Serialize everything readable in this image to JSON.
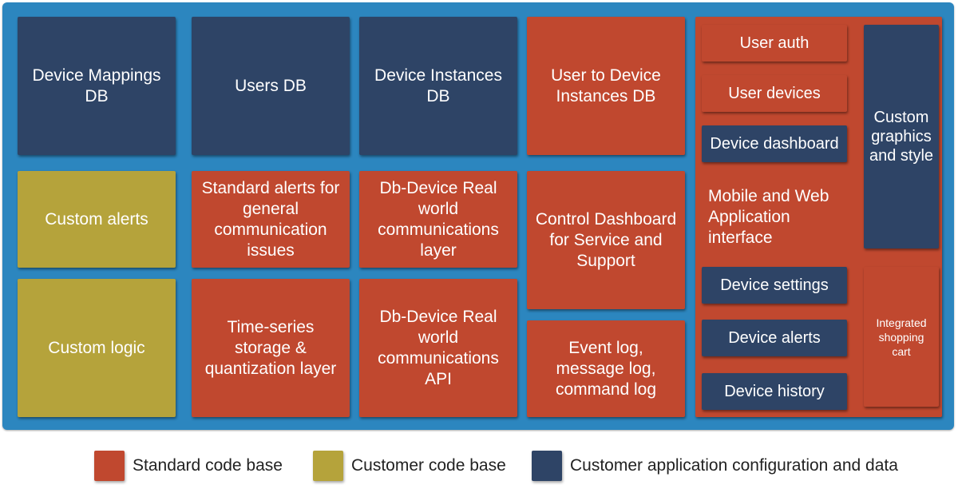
{
  "colors": {
    "standard": "#c0482f",
    "customer": "#b5a33b",
    "config": "#2e4466",
    "background": "#2c86bf"
  },
  "boxes": {
    "device_mappings_db": "Device Mappings\nDB",
    "users_db": "Users DB",
    "device_instances_db": "Device Instances\nDB",
    "user_to_device_db": "User to Device\nInstances DB",
    "custom_alerts": "Custom alerts",
    "standard_alerts": "Standard alerts for\ngeneral\ncommunication\nissues",
    "comm_layer": "Db-Device Real\nworld\ncommunications\nlayer",
    "control_dashboard": "Control Dashboard\nfor Service and\nSupport",
    "custom_logic": "Custom logic",
    "timeseries": "Time-series\nstorage &\nquantization layer",
    "comm_api": "Db-Device Real\nworld\ncommunications\nAPI",
    "event_log": "Event log,\nmessage log,\ncommand log"
  },
  "app_panel": {
    "user_auth": "User auth",
    "user_devices": "User devices",
    "device_dashboard": "Device dashboard",
    "interface_label": "Mobile and Web\nApplication\ninterface",
    "device_settings": "Device settings",
    "device_alerts": "Device alerts",
    "device_history": "Device history",
    "custom_graphics": "Custom\ngraphics\nand style",
    "shopping_cart": "Integrated\nshopping\ncart"
  },
  "legend": [
    {
      "label": "Standard code base",
      "color": "#c0482f"
    },
    {
      "label": "Customer code base",
      "color": "#b5a33b"
    },
    {
      "label": "Customer application configuration and data",
      "color": "#2e4466"
    }
  ]
}
